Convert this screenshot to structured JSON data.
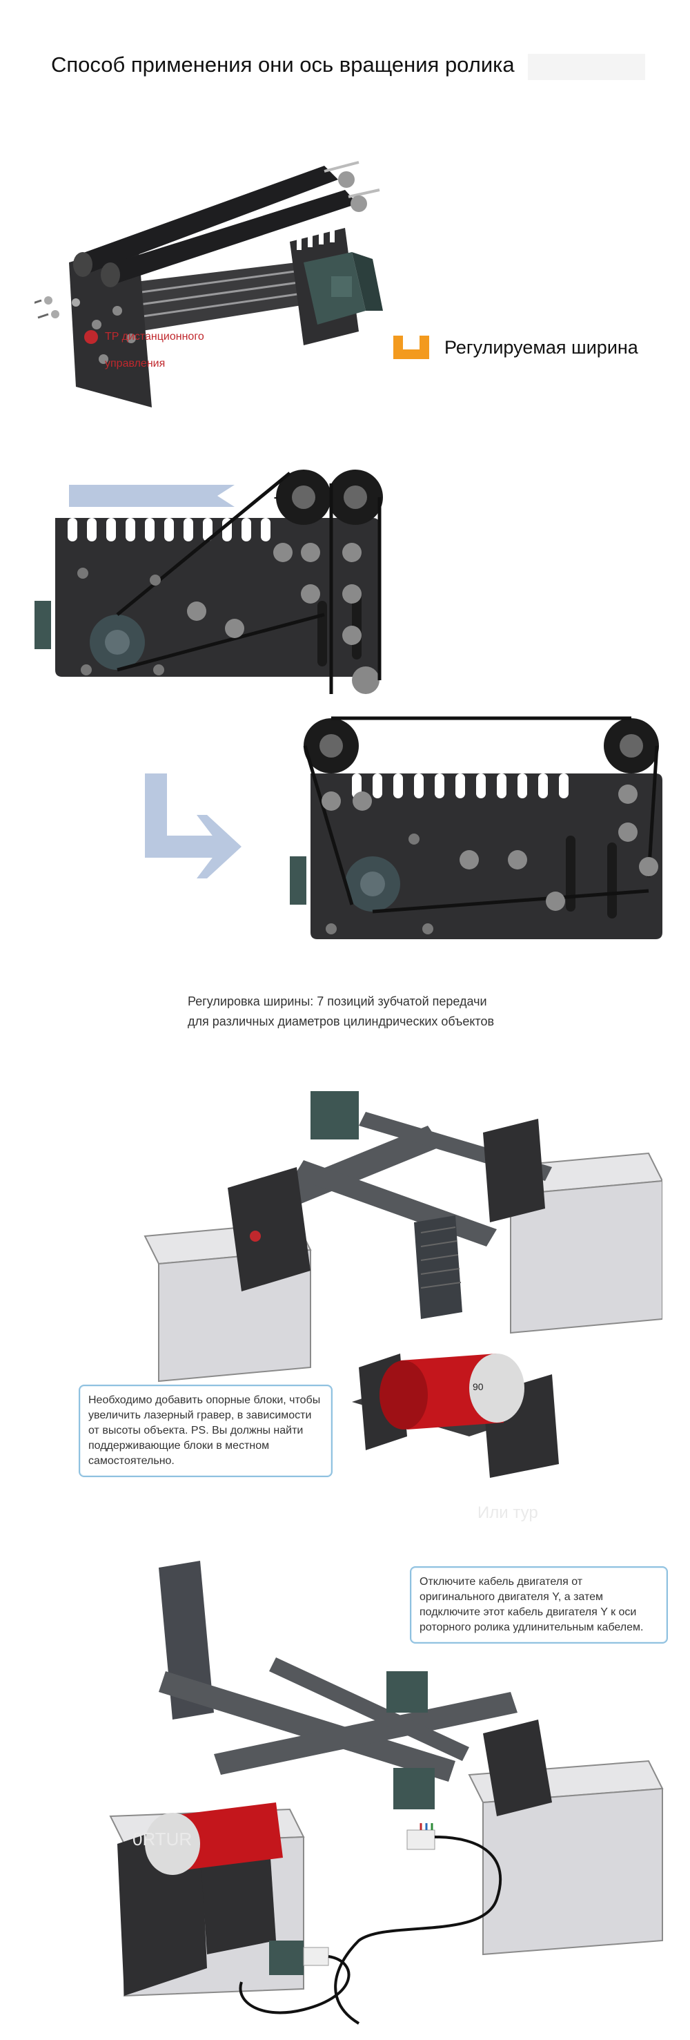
{
  "title": "Способ применения они ось вращения ролика",
  "legend": {
    "label": "Регулируемая ширина",
    "color": "#f39a1e"
  },
  "figure1": {
    "label_top": "TP дистанционного",
    "label_bottom": "управления"
  },
  "caption": {
    "line1": "Регулировка ширины: 7 позиций зубчатой передачи",
    "line2": "для различных диаметров цилиндрических объектов"
  },
  "callout_blocks": "Необходимо добавить опорные блоки, чтобы увеличить лазерный гравер, в зависимости от высоты объекта. PS. Вы должны найти поддерживающие блоки в местном самостоятельно.",
  "roller_label": "Или тур",
  "callout_cable": "Отключите кабель двигателя от оригинального двигателя Y, а затем подключите этот кабель двигателя Y к оси роторного ролика удлинительным кабелем.",
  "brand_label": "0RTUR",
  "can_label": "90",
  "colors": {
    "arrow": "#b9c8e0",
    "panel": "#2f2f31",
    "can": "#c4161c"
  }
}
